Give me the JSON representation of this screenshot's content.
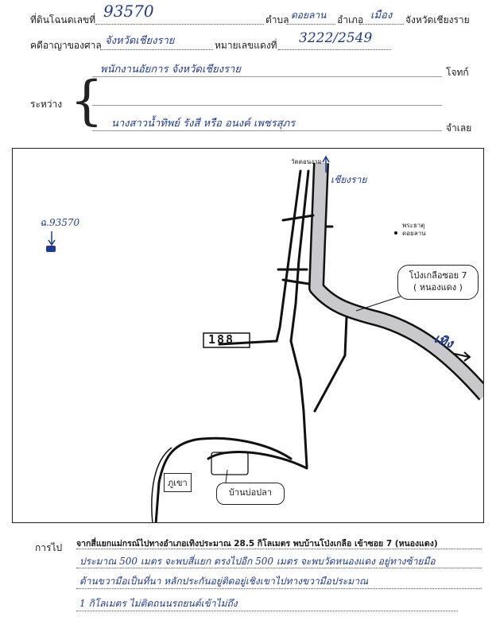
{
  "header": {
    "deed_label": "ที่ดินโฉนดเลขที่",
    "deed_number": "93570",
    "subdistrict_label": "ตำบล",
    "subdistrict": "ดอยลาน",
    "district_label": "อำเภอ",
    "district": "เมือง",
    "province": "จังหวัดเชียงราย",
    "court_label": "คดีอาญาของศาล",
    "court": "จังหวัดเชียงราย",
    "case_label": "หมายเลขแดงที่",
    "case_number": "3222/2549",
    "plaintiff": "พนักงานอัยการ จังหวัดเชียงราย",
    "plaintiff_label": "โจทก์",
    "between_label": "ระหว่าง",
    "defendant": "นางสาวน้ำทิพย์ รังสี หรือ อนงค์ เพชรสุภร",
    "defendant_label": "จำเลย"
  },
  "map": {
    "top_landmark": "วัดดอนงาม",
    "arrow_up_label": "เชียงราย",
    "plot_label": "ฉ.93570",
    "temple_label": "พระธาตุดอยลาน",
    "callout_line1": "โป่งเกลือซอย 7",
    "callout_line2": "( หนองแดง )",
    "direction_label": "เทิง",
    "number_label": "188",
    "mountain_label": "ภูเขา",
    "village_label": "บ้านบ่อปลา"
  },
  "directions": {
    "label": "การไป",
    "line1": "จากสี่แยกแม่กรณ์ไปทางอำเภอเทิงประมาณ 28.5 กิโลเมตร พบบ้านโป่งเกลือ เข้าซอย 7 (หนองแดง)",
    "line2": "ประมาณ 500 เมตร จะพบสี่แยก ตรงไปอีก 500 เมตร จะพบวัดหนองแดง อยู่ทางซ้ายมือ",
    "line3": "ด้านขวามือเป็นที่นา หลักประกันอยู่ติดอยู่เชิงเขาไปทางขวามือประมาณ",
    "line4": "1 กิโลเมตร ไม่ติดถนนรถยนต์เข้าไม่ถึง"
  }
}
